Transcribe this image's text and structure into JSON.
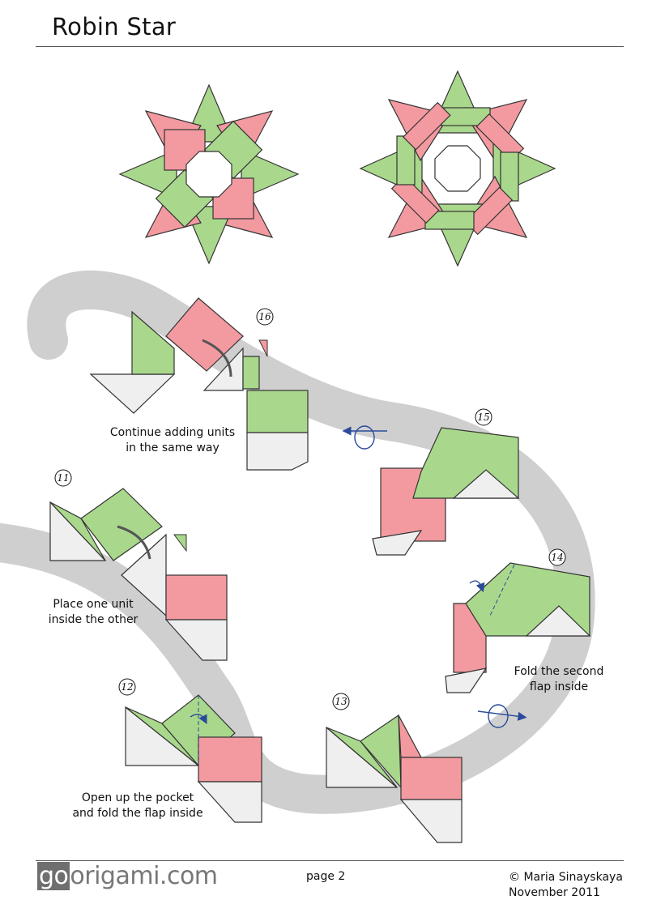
{
  "title": "Robin Star",
  "colors": {
    "red": "#f39aa0",
    "green": "#a9d88c",
    "gray_band": "#cfcfcf",
    "arrow": "#2a4a9a"
  },
  "steps": [
    {
      "number": "16",
      "caption": [
        "Continue adding units",
        "in the same way"
      ]
    },
    {
      "number": "15",
      "caption": []
    },
    {
      "number": "11",
      "caption": [
        "Place one unit",
        "inside the other"
      ]
    },
    {
      "number": "14",
      "caption": [
        "Fold the second",
        "flap inside"
      ]
    },
    {
      "number": "12",
      "caption": [
        "Open up the pocket",
        "and fold the flap inside"
      ]
    },
    {
      "number": "13",
      "caption": []
    }
  ],
  "footer": {
    "logo_go": "go",
    "logo_rest": "origami.com",
    "page": "page 2",
    "author": "© Maria Sinayskaya",
    "date": "November 2011"
  }
}
